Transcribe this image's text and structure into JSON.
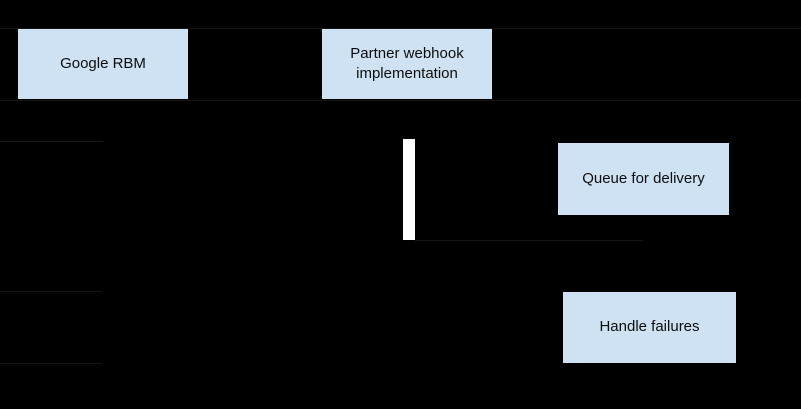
{
  "diagram": {
    "type": "sequence-flow",
    "background_color": "#000000",
    "node_fill_color": "#cfe2f3",
    "node_text_color": "#0d0d0d",
    "activation_bar_color": "#ffffff",
    "faint_line_color": "#161616",
    "nodes": [
      {
        "id": "google-rbm",
        "label": "Google RBM"
      },
      {
        "id": "partner-webhook",
        "label": "Partner webhook implementation"
      },
      {
        "id": "queue-for-delivery",
        "label": "Queue for delivery"
      },
      {
        "id": "handle-failures",
        "label": "Handle failures"
      }
    ]
  }
}
